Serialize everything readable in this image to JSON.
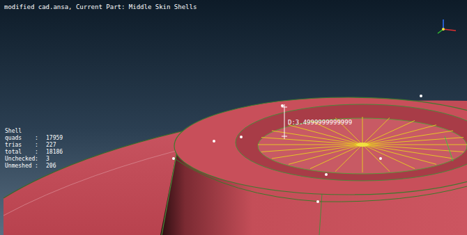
{
  "diagram": {
    "labels": [
      "modified cad.ansa,  Current Part: Middle Skin Shells",
      "Shell",
      "quads",
      ":",
      "17959",
      "trias",
      ":",
      "227",
      "total",
      ":",
      "18186",
      "Unchecked",
      ":",
      "3",
      "Unmeshed",
      ":",
      "206",
      "D:3.4999999999999"
    ]
  }
}
